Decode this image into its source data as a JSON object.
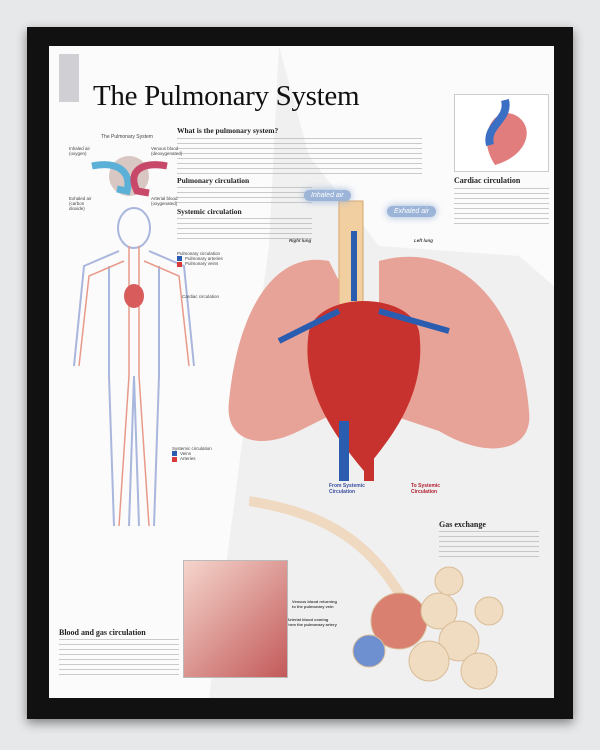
{
  "poster": {
    "title": "The Pulmonary System",
    "intro": {
      "heading": "What is the pulmonary system?"
    },
    "sections": [
      "Pulmonary circulation",
      "Systemic circulation"
    ],
    "cycle_diagram": {
      "title": "The Pulmonary System",
      "labels": [
        "Inhaled air (oxygen)",
        "Venous blood (deoxygenated)",
        "Exhaled air (carbon dioxide)",
        "Arterial blood (oxygenated)"
      ]
    },
    "legend_pulmonary": {
      "title": "Pulmonary circulation",
      "items": [
        {
          "label": "Pulmonary arteries",
          "color": "#2a5db0"
        },
        {
          "label": "Pulmonary veins",
          "color": "#d83a3a"
        }
      ]
    },
    "cardiac_label": "Cardiac circulation",
    "legend_systemic": {
      "title": "Systemic circulation",
      "items": [
        {
          "label": "Veins",
          "color": "#2a5db0"
        },
        {
          "label": "Arteries",
          "color": "#d83a3a"
        }
      ]
    },
    "inhaled_air": "Inhaled air",
    "exhaled_air": "Exhaled air",
    "right_lung": "Right lung",
    "left_lung": "Left lung",
    "from_systemic": "From Systemic Circulation",
    "to_systemic": "To Systemic Circulation",
    "cardiac_circulation": {
      "heading": "Cardiac circulation"
    },
    "gas_exchange": {
      "heading": "Gas exchange"
    },
    "venous_blood": "Venous blood returning to the pulmonary vein",
    "arterial_blood": "Arterial blood coming from the pulmonary artery",
    "blood_gas": {
      "heading": "Blood and gas circulation"
    },
    "colors": {
      "frame": "#111111",
      "artery": "#d83a3a",
      "vein": "#2a5db0",
      "lung": "#e8a398",
      "alveoli": "#f0dcc0"
    }
  }
}
